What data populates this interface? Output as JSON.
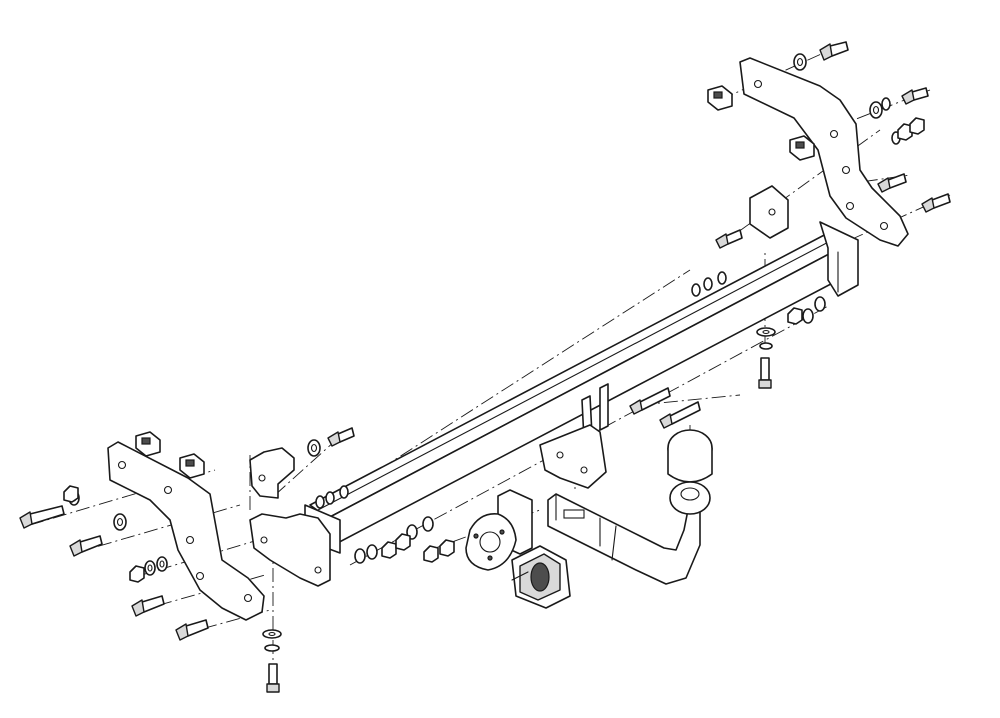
{
  "image": {
    "background_color": "#ffffff",
    "line_color": "#1a1a1a"
  },
  "parts": [
    "left-side-bracket",
    "right-side-bracket",
    "crossbar-tube",
    "tow-ball-neck",
    "tow-ball",
    "socket-plate",
    "electrical-socket",
    "bolts",
    "washers",
    "nuts",
    "cage-nuts"
  ]
}
